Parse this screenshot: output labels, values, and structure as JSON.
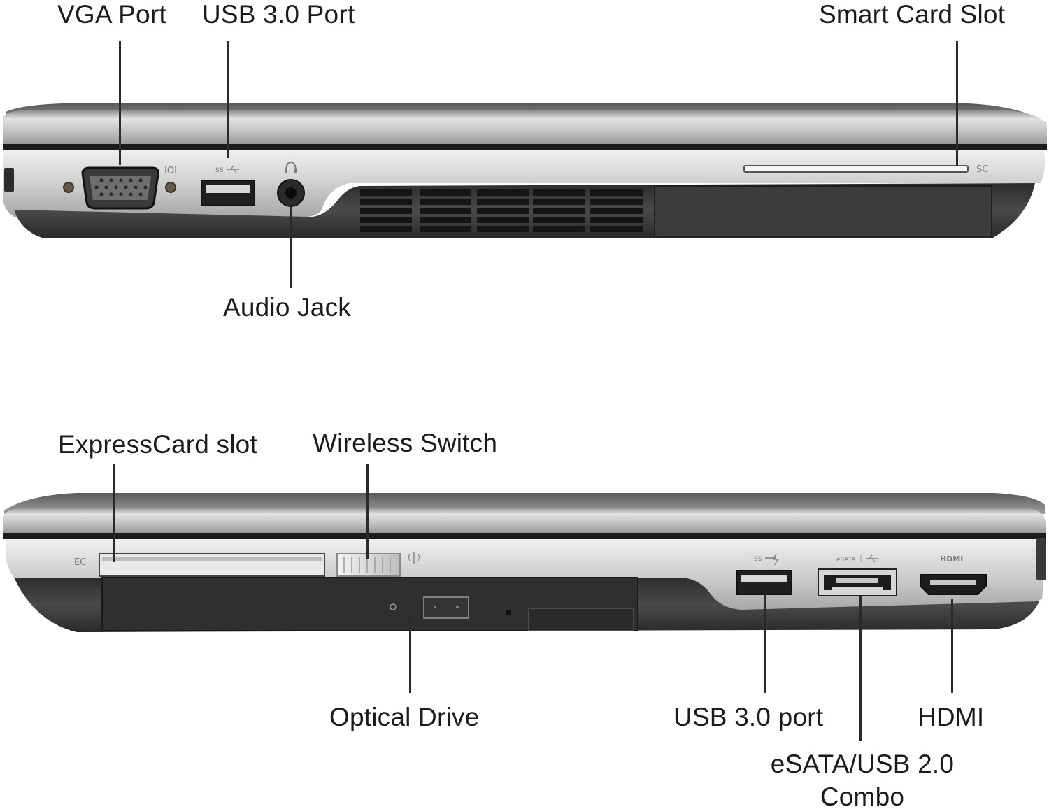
{
  "left_side": {
    "labels": {
      "vga_port": "VGA Port",
      "usb3_port": "USB 3.0 Port",
      "smart_card_slot": "Smart Card Slot",
      "audio_jack": "Audio Jack"
    },
    "markings": {
      "vga_icon": "IOI",
      "usb_ss": "SS",
      "smart_card": "SC"
    }
  },
  "right_side": {
    "labels": {
      "expresscard_slot": "ExpressCard slot",
      "wireless_switch": "Wireless Switch",
      "optical_drive": "Optical Drive",
      "usb3_port": "USB 3.0 port",
      "hdmi": "HDMI",
      "esata_combo_line1": "eSATA/USB 2.0",
      "esata_combo_line2": "Combo"
    },
    "markings": {
      "expresscard": "EC",
      "usb_ss": "SS",
      "esata": "eSATA",
      "hdmi": "HDMI"
    }
  },
  "colors": {
    "chassis_silver": "#c9c9c9",
    "chassis_dark": "#3a3a3a",
    "leader_line": "#2a2a2a",
    "label_text": "#1a1a1a"
  }
}
